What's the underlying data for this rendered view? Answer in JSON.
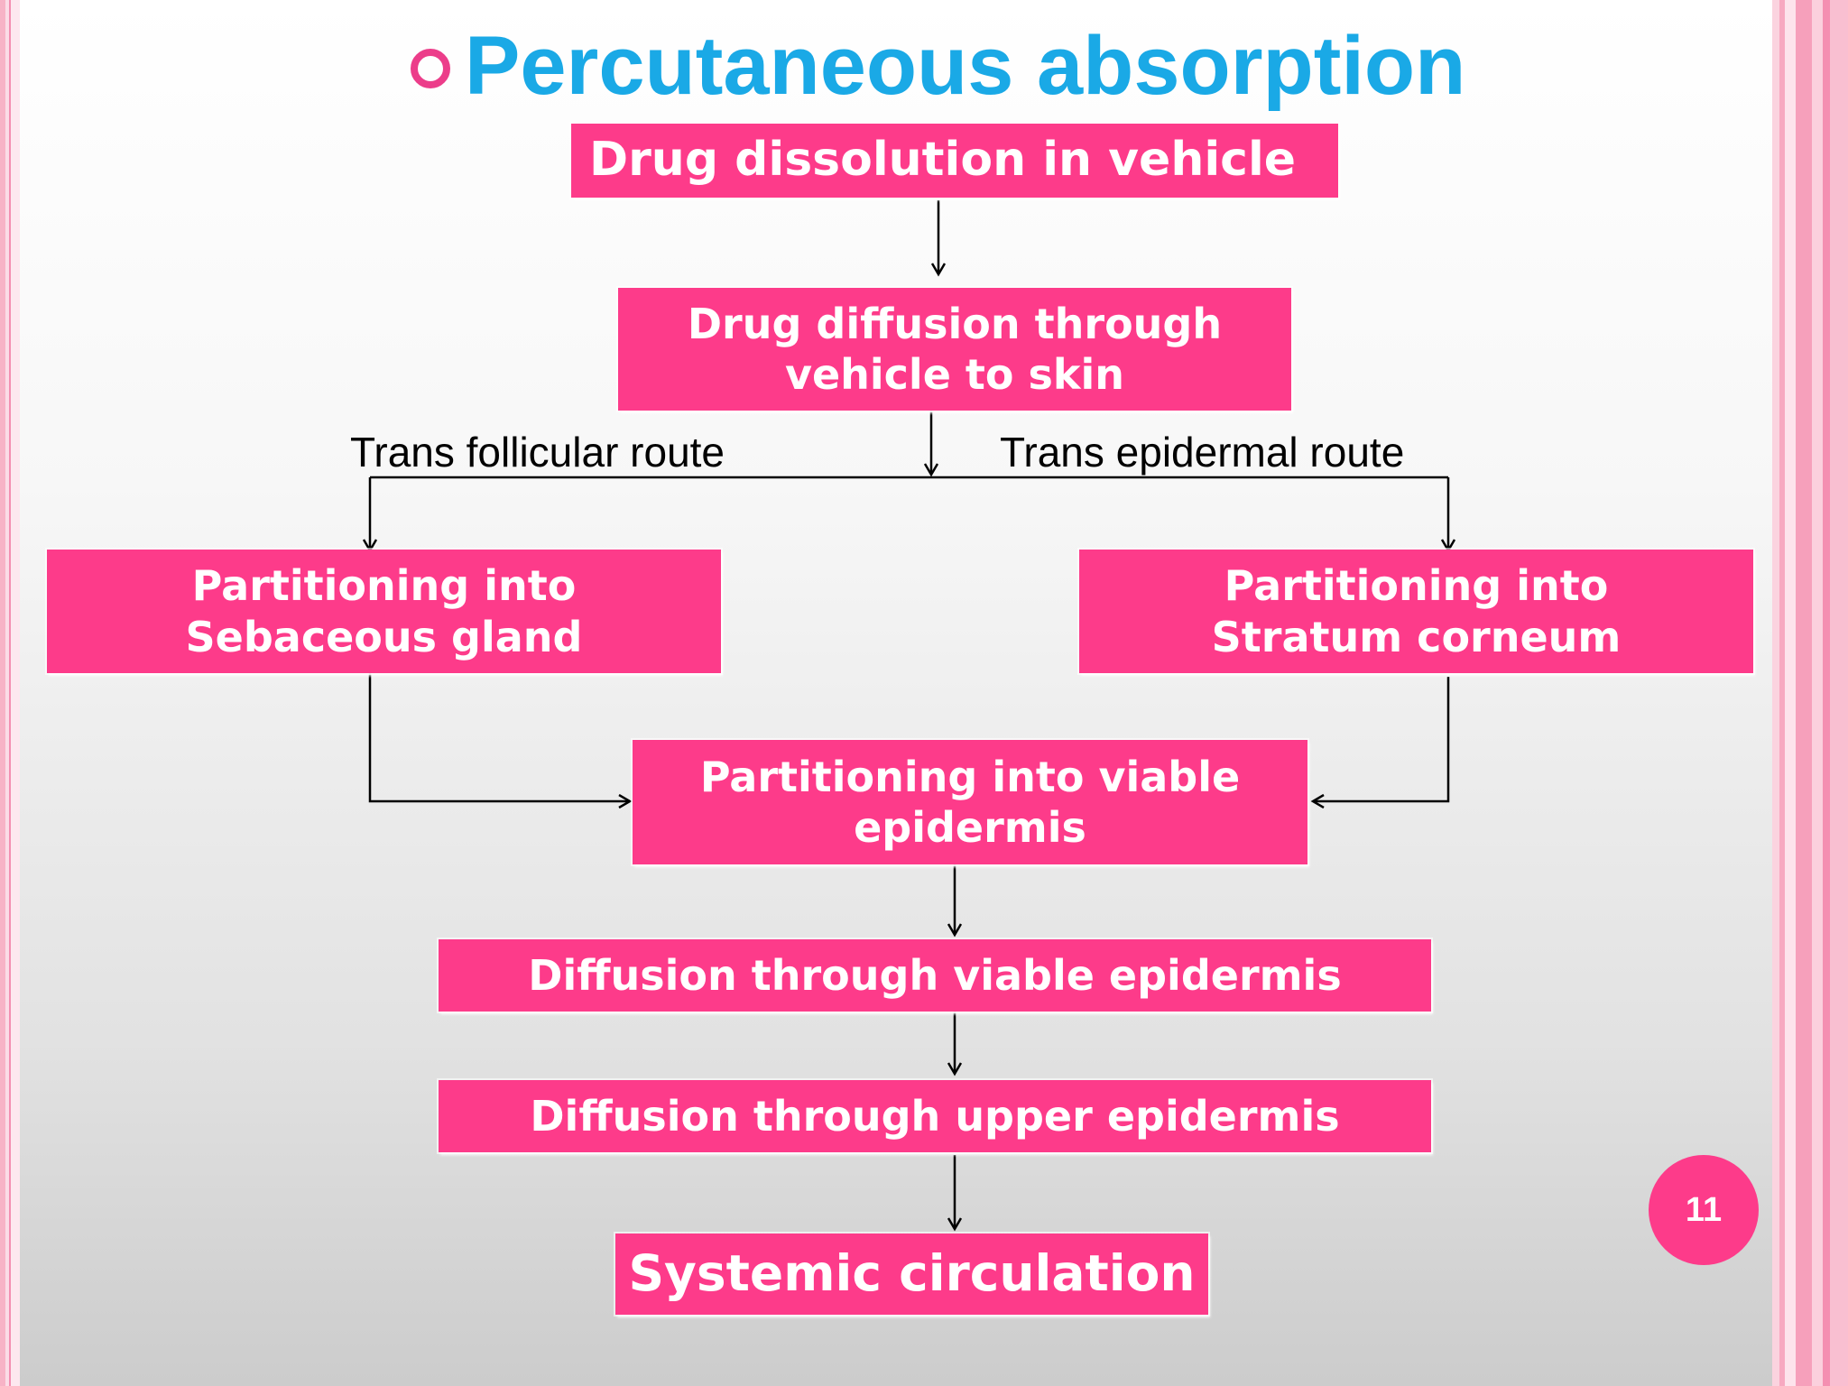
{
  "title": "Percutaneous absorption",
  "boxes": {
    "drug_dissolution": "Drug dissolution in vehicle",
    "drug_diffusion": [
      "Drug diffusion through",
      "vehicle to skin"
    ],
    "sebaceous": [
      "Partitioning into",
      "Sebaceous gland"
    ],
    "stratum": [
      "Partitioning into",
      "Stratum corneum"
    ],
    "viable_partition": [
      "Partitioning into viable",
      "epidermis"
    ],
    "diffusion_viable": "Diffusion through viable epidermis",
    "diffusion_upper": "Diffusion through upper epidermis",
    "systemic": "Systemic circulation"
  },
  "routes": {
    "follicular": "Trans follicular route",
    "epidermal": "Trans epidermal route"
  },
  "page_number": "11",
  "colors": {
    "box_fill": "#fd3b8a",
    "title": "#1aa9e6",
    "bullet": "#ec3d8a"
  }
}
